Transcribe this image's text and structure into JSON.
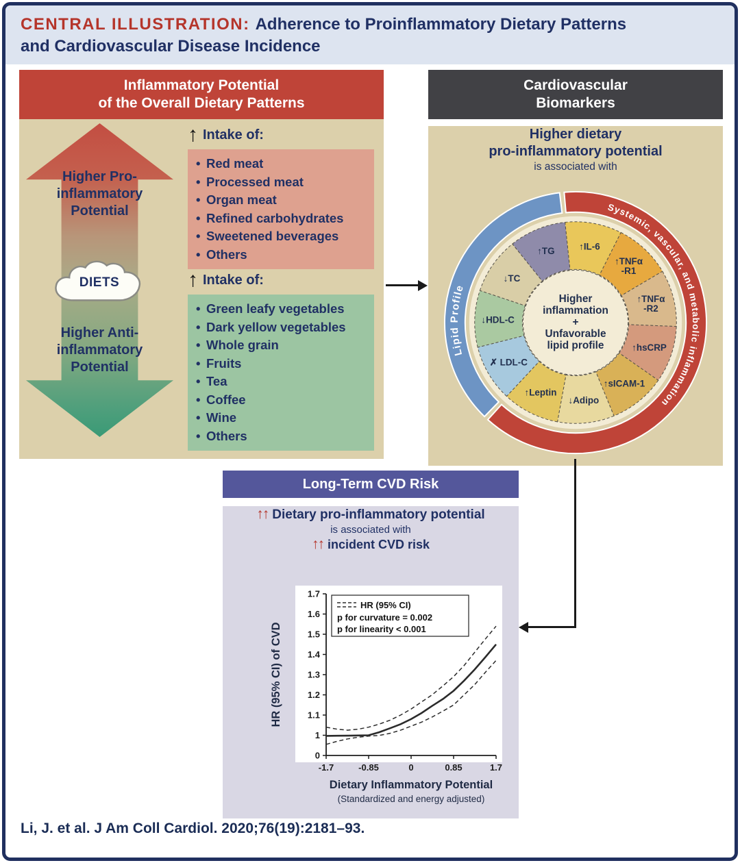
{
  "header": {
    "label": "CENTRAL ILLUSTRATION:",
    "title_line1": "Adherence to Proinflammatory Dietary Patterns",
    "title_line2": "and Cardiovascular Disease Incidence"
  },
  "left_panel": {
    "title_line1": "Inflammatory Potential",
    "title_line2": "of the Overall Dietary Patterns",
    "pro_arrow_label": "Higher Pro-inflammatory Potential",
    "diets_label": "DIETS",
    "anti_arrow_label": "Higher Anti-inflammatory Potential",
    "pro_intake": {
      "arrow": "↑",
      "heading": "Intake of:",
      "items": [
        "Red meat",
        "Processed meat",
        "Organ meat",
        "Refined carbohydrates",
        "Sweetened beverages",
        "Others"
      ]
    },
    "anti_intake": {
      "arrow": "↑",
      "heading": "Intake of:",
      "items": [
        "Green leafy vegetables",
        "Dark yellow vegetables",
        "Whole grain",
        "Fruits",
        "Tea",
        "Coffee",
        "Wine",
        "Others"
      ]
    }
  },
  "right_panel": {
    "title_line1": "Cardiovascular",
    "title_line2": "Biomarkers",
    "subtitle_line1": "Higher dietary",
    "subtitle_line2": "pro-inflammatory potential",
    "subtitle_line3": "is associated with",
    "wheel": {
      "center_lines": [
        "Higher",
        "inflammation",
        "+",
        "Unfavorable",
        "lipid profile"
      ],
      "arcs": [
        {
          "label": "Lipid Profile",
          "color": "#6d94c4"
        },
        {
          "label": "Systemic, vascular, and metabolic inflammation",
          "color": "#bf4438"
        }
      ],
      "lipid_segment_count": 4,
      "segments": [
        {
          "id": "il-6",
          "label": "↑IL-6",
          "color": "#e9c75a"
        },
        {
          "id": "tnfa-r1",
          "label": "↑TNFα|-R1",
          "color": "#e7a93f"
        },
        {
          "id": "tnfa-r2",
          "label": "↑TNFα|-R2",
          "color": "#d9b98c"
        },
        {
          "id": "hscrp",
          "label": "↑hsCRP",
          "color": "#d49a7d"
        },
        {
          "id": "sicam-1",
          "label": "↑sICAM-1",
          "color": "#d9b157"
        },
        {
          "id": "adipo",
          "label": "↓Adipo",
          "color": "#e8d99f"
        },
        {
          "id": "leptin",
          "label": "↑Leptin",
          "color": "#e3c660"
        },
        {
          "id": "ldl-c",
          "label": "✗ LDL-C",
          "color": "#a7c9de"
        },
        {
          "id": "hdl-c",
          "label": "↓HDL-C",
          "color": "#aac9a1"
        },
        {
          "id": "tc",
          "label": "↓TC",
          "color": "#d9cea7"
        },
        {
          "id": "tg",
          "label": "↑TG",
          "color": "#8f8baa"
        }
      ]
    }
  },
  "bottom_panel": {
    "title": "Long-Term CVD Risk",
    "arrows": "↑↑",
    "line1": "Dietary pro-inflammatory potential",
    "line2": "is associated with",
    "line3": "incident CVD risk"
  },
  "chart_data": {
    "type": "line",
    "xlabel": "Dietary Inflammatory Potential",
    "xlabel_sub": "(Standardized and energy adjusted)",
    "ylabel": "HR (95% CI) of CVD",
    "xlim": [
      -1.7,
      1.7
    ],
    "x_ticks": [
      -1.7,
      -0.85,
      0,
      0.85,
      1.7
    ],
    "y_ticks": [
      0,
      1,
      1.1,
      1.2,
      1.3,
      1.4,
      1.5,
      1.6,
      1.7
    ],
    "y_axis_break_between": [
      0,
      1
    ],
    "legend": [
      "HR (95% CI)",
      "p for curvature = 0.002",
      "p for linearity < 0.001"
    ],
    "grid": false,
    "series": [
      {
        "name": "HR",
        "style": "solid",
        "x": [
          -1.7,
          -1.48,
          -1.27,
          -1.06,
          -0.85,
          -0.64,
          -0.42,
          -0.21,
          0,
          0.21,
          0.42,
          0.64,
          0.85,
          1.06,
          1.27,
          1.48,
          1.7
        ],
        "y": [
          0.97,
          0.975,
          0.98,
          0.99,
          1.0,
          1.015,
          1.035,
          1.055,
          1.08,
          1.11,
          1.145,
          1.18,
          1.22,
          1.27,
          1.325,
          1.385,
          1.45
        ]
      },
      {
        "name": "Upper 95% CI",
        "style": "dashed",
        "x": [
          -1.7,
          -1.48,
          -1.27,
          -1.06,
          -0.85,
          -0.64,
          -0.42,
          -0.21,
          0,
          0.21,
          0.42,
          0.64,
          0.85,
          1.06,
          1.27,
          1.48,
          1.7
        ],
        "y": [
          1.04,
          1.03,
          1.025,
          1.03,
          1.04,
          1.055,
          1.075,
          1.1,
          1.13,
          1.165,
          1.2,
          1.245,
          1.29,
          1.345,
          1.41,
          1.475,
          1.54
        ]
      },
      {
        "name": "Lower 95% CI",
        "style": "dashed",
        "x": [
          -1.7,
          -1.48,
          -1.27,
          -1.06,
          -0.85,
          -0.64,
          -0.42,
          -0.21,
          0,
          0.21,
          0.42,
          0.64,
          0.85,
          1.06,
          1.27,
          1.48,
          1.7
        ],
        "y": [
          0.55,
          0.7,
          0.82,
          0.9,
          0.96,
          0.99,
          1.01,
          1.025,
          1.045,
          1.065,
          1.09,
          1.12,
          1.15,
          1.2,
          1.25,
          1.31,
          1.37
        ]
      }
    ]
  },
  "footer": {
    "citation": "Li, J. et al. J Am Coll Cardiol. 2020;76(19):2181–93."
  }
}
